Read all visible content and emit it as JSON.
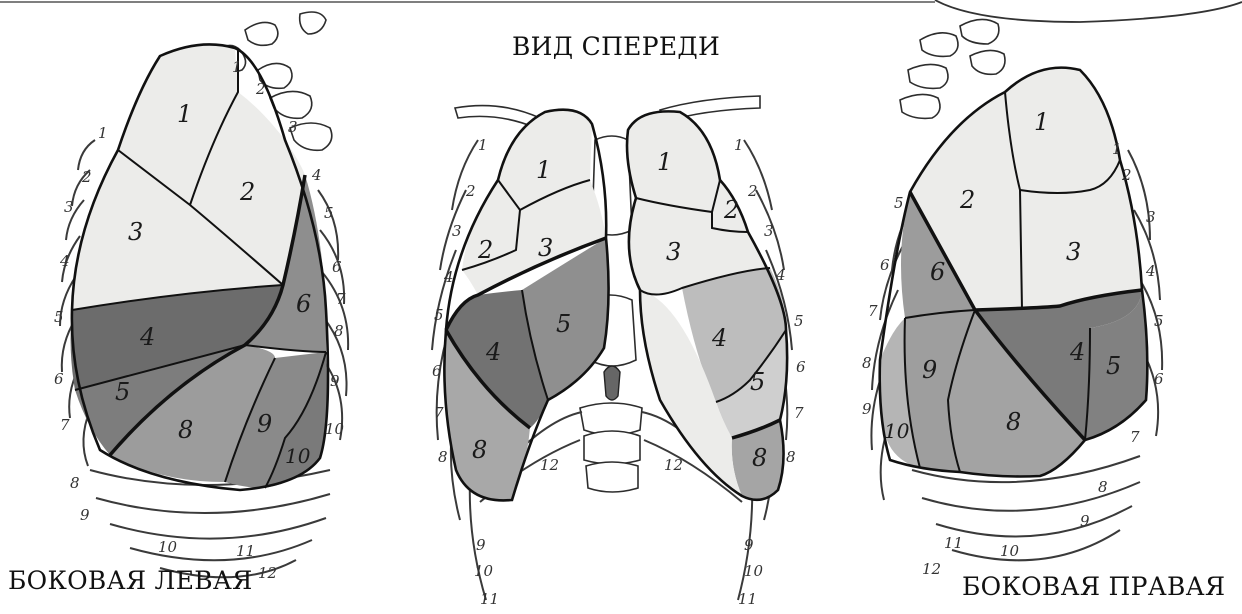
{
  "captions": {
    "front": "ВИД СПЕРЕДИ",
    "left": "БОКОВАЯ ЛЕВАЯ",
    "right": "БОКОВАЯ ПРАВАЯ"
  },
  "views": {
    "left": {
      "segments": [
        "1",
        "2",
        "3",
        "4",
        "5",
        "6",
        "8",
        "9",
        "10"
      ],
      "ribs_front": [
        "1",
        "2",
        "3",
        "4",
        "5",
        "6",
        "7",
        "8",
        "9",
        "10",
        "11",
        "12"
      ],
      "ribs_back": [
        "1",
        "2",
        "3",
        "4",
        "5",
        "6",
        "7",
        "8",
        "9",
        "10"
      ]
    },
    "front": {
      "right_lung_segments": [
        "1",
        "2",
        "3",
        "4",
        "5",
        "8"
      ],
      "left_lung_segments": [
        "1",
        "2",
        "3",
        "4",
        "5",
        "8"
      ],
      "ribs_left_side": [
        "1",
        "2",
        "3",
        "4",
        "5",
        "6",
        "7",
        "8",
        "9",
        "10",
        "11",
        "12"
      ],
      "ribs_right_side": [
        "1",
        "2",
        "3",
        "4",
        "5",
        "6",
        "7",
        "8",
        "9",
        "10",
        "11",
        "12"
      ]
    },
    "right": {
      "segments": [
        "1",
        "2",
        "3",
        "4",
        "5",
        "6",
        "8",
        "9",
        "10"
      ],
      "ribs_front": [
        "1",
        "2",
        "3",
        "4",
        "5",
        "6",
        "7",
        "8",
        "9",
        "10",
        "11",
        "12"
      ],
      "ribs_back": [
        "5",
        "6",
        "7",
        "8",
        "9"
      ]
    }
  },
  "colors": {
    "light_lobe": "#ececea",
    "mid_lobe": "#a9a9a9",
    "mid_dark_lobe": "#8d8d8d",
    "dark_lobe": "#666666",
    "ink": "#111111"
  }
}
